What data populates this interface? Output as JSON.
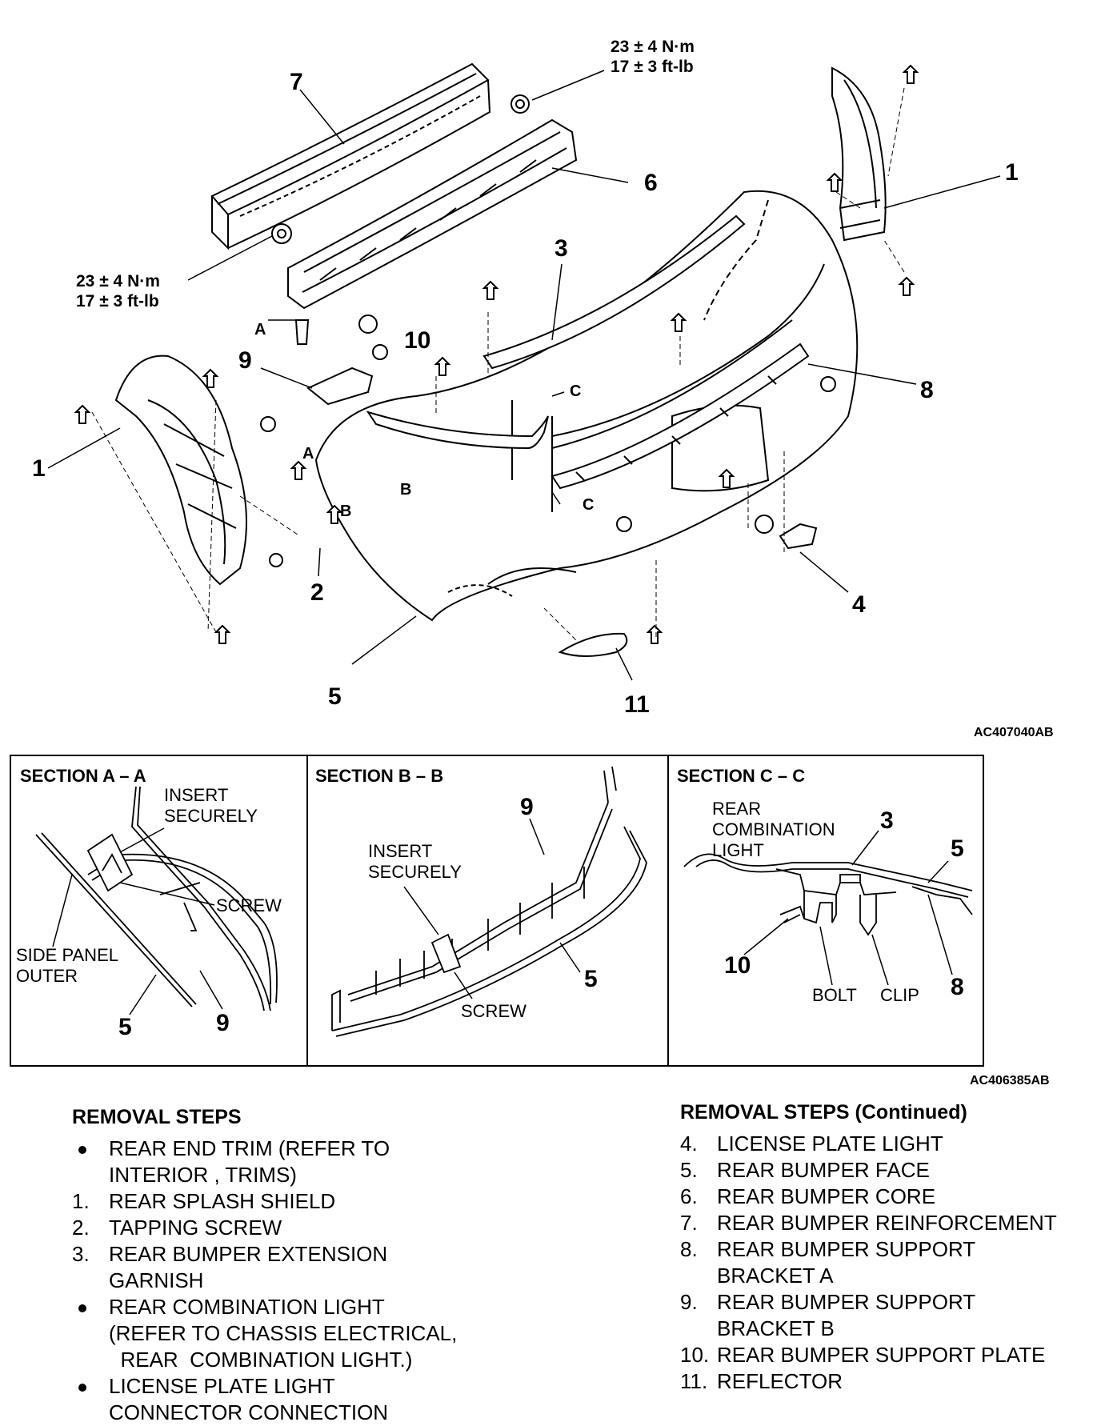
{
  "diagram": {
    "callouts": {
      "c1a": "1",
      "c1b": "1",
      "c2": "2",
      "c3": "3",
      "c4": "4",
      "c5": "5",
      "c6": "6",
      "c7": "7",
      "c8": "8",
      "c9": "9",
      "c10": "10",
      "c11": "11"
    },
    "torque_top": {
      "line1": "23 ± 4 N·m",
      "line2": "17 ± 3 ft-lb"
    },
    "torque_left": {
      "line1": "23 ± 4 N·m",
      "line2": "17 ± 3 ft-lb"
    },
    "section_marks": {
      "a1": "A",
      "a2": "A",
      "b1": "B",
      "b2": "B",
      "c1": "C",
      "c2": "C"
    },
    "figure_ref_1": "AC407040AB",
    "figure_ref_2": "AC406385AB"
  },
  "sections": {
    "a": {
      "title": "SECTION A – A",
      "insert1": "INSERT",
      "insert2": "SECURELY",
      "screw": "SCREW",
      "side1": "SIDE PANEL",
      "side2": "OUTER",
      "n5": "5",
      "n9": "9"
    },
    "b": {
      "title": "SECTION B – B",
      "insert1": "INSERT",
      "insert2": "SECURELY",
      "screw": "SCREW",
      "n9": "9",
      "n5": "5"
    },
    "c": {
      "title": "SECTION C – C",
      "rear1": "REAR",
      "rear2": "COMBINATION",
      "rear3": "LIGHT",
      "n3": "3",
      "n5": "5",
      "n10": "10",
      "n8": "8",
      "bolt": "BOLT",
      "clip": "CLIP"
    }
  },
  "removal_steps": {
    "heading": "REMOVAL STEPS",
    "items": [
      {
        "marker": "",
        "lines": [
          "REAR END TRIM (REFER TO",
          "INTERIOR , TRIMS)"
        ]
      },
      {
        "marker": "1.",
        "lines": [
          "REAR SPLASH SHIELD"
        ]
      },
      {
        "marker": "2.",
        "lines": [
          "TAPPING SCREW"
        ]
      },
      {
        "marker": "3.",
        "lines": [
          "REAR BUMPER EXTENSION",
          "GARNISH"
        ]
      },
      {
        "marker": "",
        "lines": [
          "REAR COMBINATION LIGHT",
          "(REFER TO CHASSIS ELECTRICAL,",
          "  REAR  COMBINATION LIGHT.)"
        ]
      },
      {
        "marker": "",
        "lines": [
          "LICENSE PLATE LIGHT",
          "CONNECTOR CONNECTION"
        ]
      }
    ]
  },
  "removal_steps_continued": {
    "heading": "REMOVAL STEPS (Continued)",
    "items": [
      {
        "marker": "4.",
        "lines": [
          "LICENSE PLATE LIGHT"
        ]
      },
      {
        "marker": "5.",
        "lines": [
          "REAR BUMPER FACE"
        ]
      },
      {
        "marker": "6.",
        "lines": [
          "REAR BUMPER CORE"
        ]
      },
      {
        "marker": "7.",
        "lines": [
          "REAR BUMPER REINFORCEMENT"
        ]
      },
      {
        "marker": "8.",
        "lines": [
          "REAR BUMPER SUPPORT",
          "BRACKET A"
        ]
      },
      {
        "marker": "9.",
        "lines": [
          "REAR BUMPER SUPPORT",
          "BRACKET B"
        ]
      },
      {
        "marker": "10.",
        "lines": [
          "REAR BUMPER SUPPORT PLATE"
        ]
      },
      {
        "marker": "11.",
        "lines": [
          "REFLECTOR"
        ]
      }
    ]
  }
}
